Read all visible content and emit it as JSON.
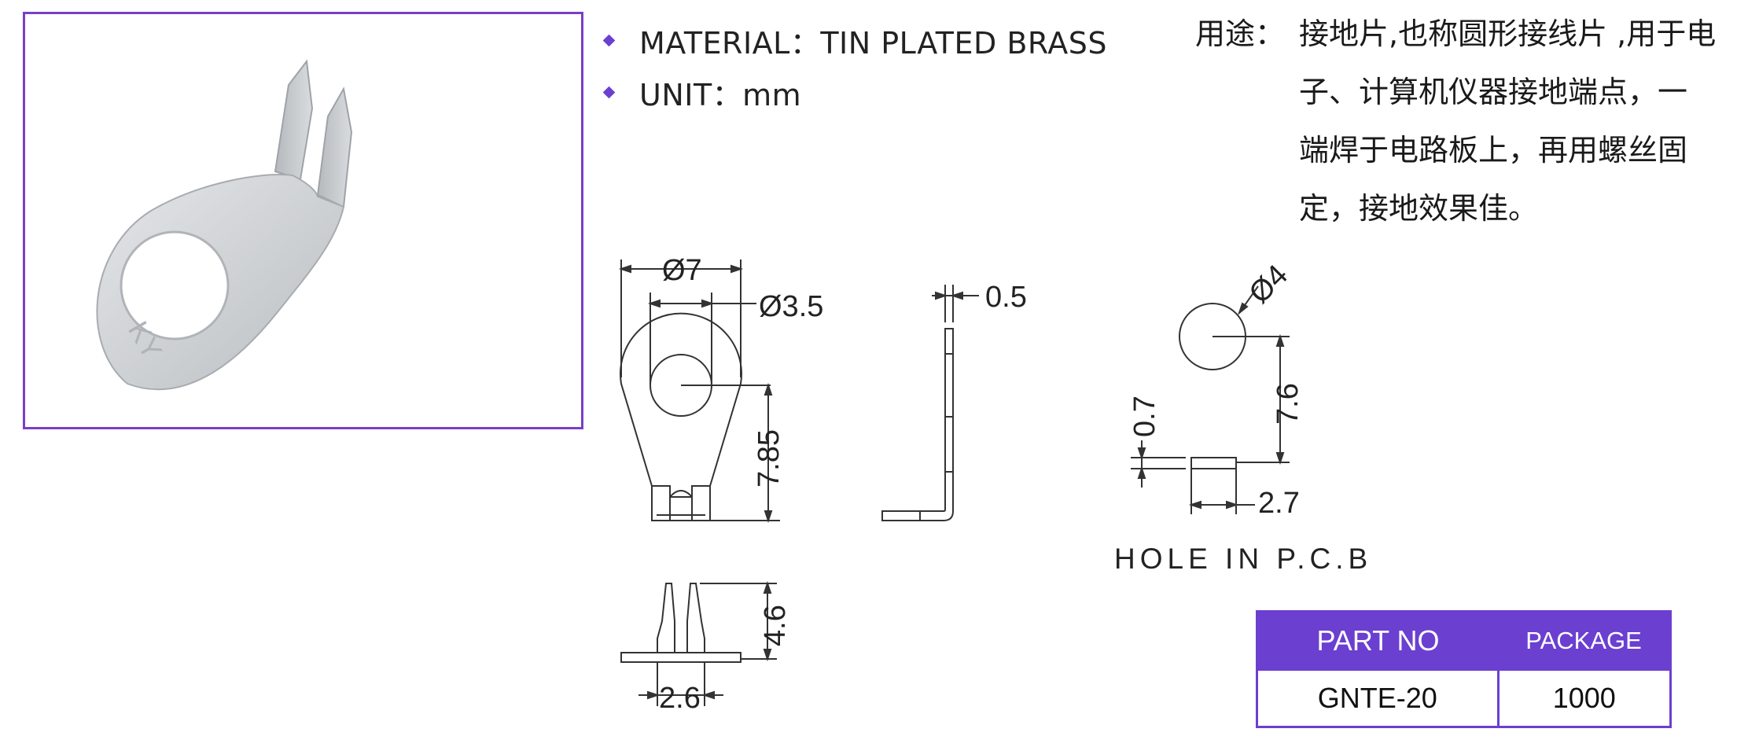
{
  "specs": [
    {
      "text": "MATERIAL：TIN PLATED BRASS"
    },
    {
      "text": "UNIT：mm"
    }
  ],
  "usage": {
    "label": "用途：",
    "lines": [
      "接地片,也称圆形接线片 ,用于电",
      "子、计算机仪器接地端点，一",
      "端焊于电路板上，再用螺丝固",
      "定，接地效果佳。"
    ]
  },
  "dimensions": {
    "outer_dia": "Ø7",
    "inner_dia": "Ø3.5",
    "length": "7.85",
    "thickness": "0.5",
    "tab_height": "4.6",
    "tab_width": "2.6",
    "pcb_hole_dia": "Ø4",
    "pcb_spacing": "7.6",
    "slot_width": "0.7",
    "slot_length": "2.7"
  },
  "photo": {
    "marking": "KY"
  },
  "hole_label": "HOLE  IN  P.C.B",
  "table": {
    "headers": [
      "PART NO",
      "PACKAGE"
    ],
    "rows": [
      [
        "GNTE-20",
        "1000"
      ]
    ]
  },
  "colors": {
    "accent": "#6b3fd0"
  }
}
